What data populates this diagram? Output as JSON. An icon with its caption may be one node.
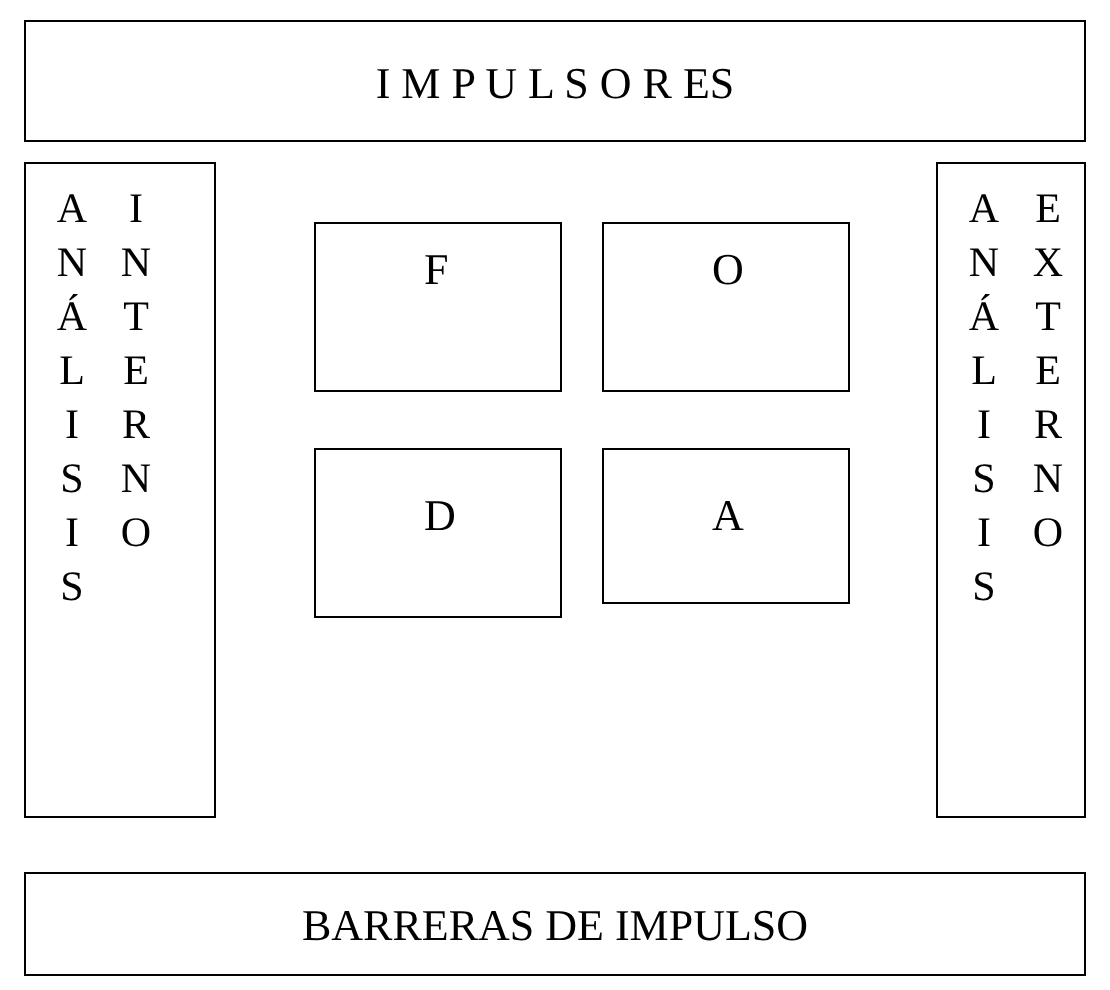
{
  "diagram": {
    "nodes": [
      {
        "text": [
          "I M P U L S O R ES"
        ]
      },
      {
        "text": [
          "ANÁLISIS",
          "INTERNO"
        ]
      },
      {
        "text": [
          "F"
        ]
      },
      {
        "text": [
          "O"
        ]
      },
      {
        "text": [
          "D"
        ]
      },
      {
        "text": [
          "A"
        ]
      },
      {
        "text": [
          "ANÁLISIS",
          "EXTERNO"
        ]
      },
      {
        "text": [
          "BARRERAS DE IMPULSO"
        ]
      }
    ],
    "edges": []
  }
}
